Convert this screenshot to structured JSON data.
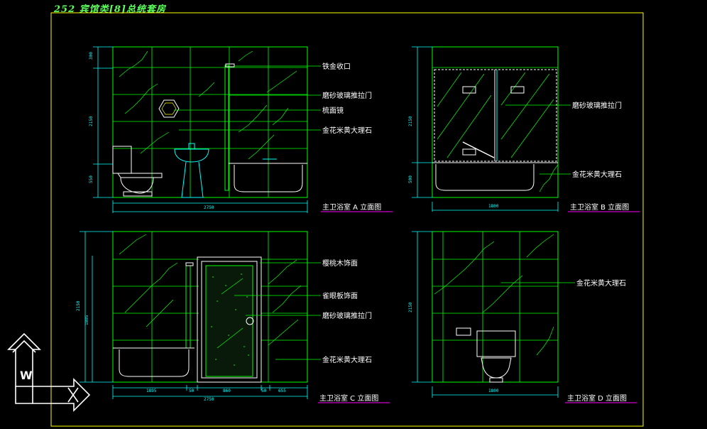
{
  "header": {
    "title": "252 宾馆类[8]总统套房"
  },
  "panels": {
    "a": {
      "caption": "主卫浴室 A 立面图",
      "labels": [
        "铁金收口",
        "磨砂玻璃推拉门",
        "梳面镜",
        "金花米黄大理石"
      ],
      "dims": {
        "width": "2750",
        "height": "2150",
        "top": "300",
        "bottom": "550"
      }
    },
    "b": {
      "caption": "主卫浴室 B 立面图",
      "labels": [
        "磨砂玻璃推拉门",
        "金花米黄大理石"
      ],
      "dims": {
        "width": "1800",
        "height": "2150",
        "bottom": "500"
      }
    },
    "c": {
      "caption": "主卫浴室 C 立面图",
      "labels": [
        "樱桃木饰面",
        "雀眼板饰面",
        "磨砂玻璃推拉门",
        "金花米黄大理石"
      ],
      "dims": {
        "width": "2750",
        "height": "2150",
        "sub": "1805",
        "s1": "1895",
        "s2": "50",
        "s3": "860",
        "s4": "50",
        "s5": "655"
      }
    },
    "d": {
      "caption": "主卫浴室 D 立面图",
      "labels": [
        "金花米黄大理石"
      ],
      "dims": {
        "width": "1800",
        "height": "2150"
      }
    }
  },
  "ucs": {
    "y_label": "W"
  },
  "colors": {
    "background": "#000000",
    "line": "#00ff00",
    "frame": "#ffff00",
    "dimension": "#00ffff",
    "caption_underline": "#ff00ff",
    "text": "#ffffff"
  }
}
